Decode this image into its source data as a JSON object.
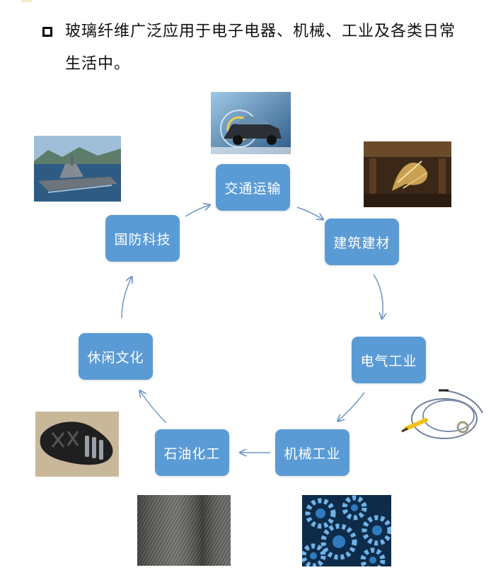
{
  "bullet": {
    "icon": "hollow-square-bullet-icon",
    "text": "玻璃纤维广泛应用于电子电器、机械、工业及各类日常生活中。"
  },
  "cycle": {
    "nodes": [
      {
        "key": "transport",
        "label": "交通运输"
      },
      {
        "key": "construction",
        "label": "建筑建材"
      },
      {
        "key": "electrical",
        "label": "电气工业"
      },
      {
        "key": "machinery",
        "label": "机械工业"
      },
      {
        "key": "petrochemical",
        "label": "石油化工"
      },
      {
        "key": "leisure",
        "label": "休闲文化"
      },
      {
        "key": "defense",
        "label": "国防科技"
      }
    ]
  },
  "photos": [
    "car-photo",
    "building-sculpture-photo",
    "cable-photo",
    "gears-photo",
    "fabric-photo",
    "shoe-sole-photo",
    "warship-photo"
  ],
  "colors": {
    "node_fill": "#5b9bd5",
    "arrow": "#6f97c3",
    "text": "#111111"
  }
}
